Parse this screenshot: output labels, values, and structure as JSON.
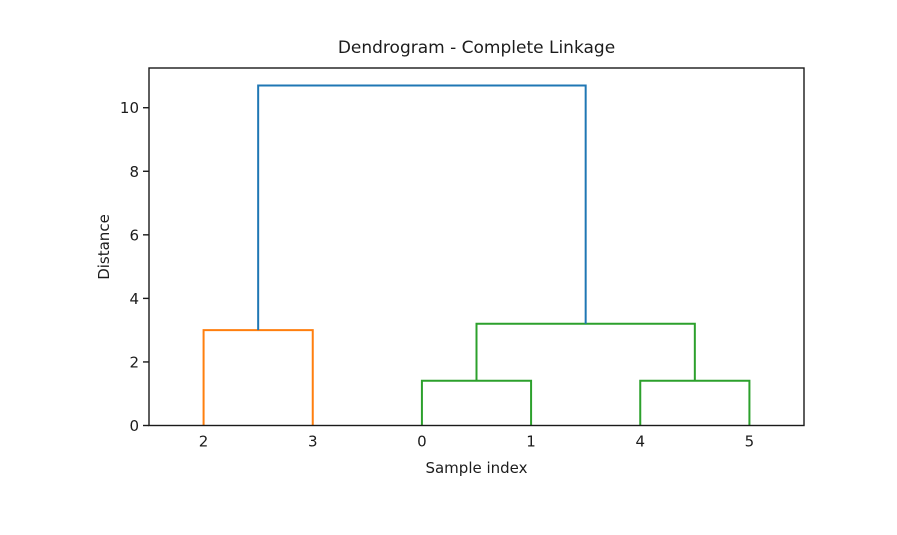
{
  "page": {
    "background": "#ffffff"
  },
  "chart_data": {
    "type": "dendrogram",
    "title": "Dendrogram - Complete Linkage",
    "xlabel": "Sample index",
    "ylabel": "Distance",
    "leaf_labels": [
      "2",
      "3",
      "0",
      "1",
      "4",
      "5"
    ],
    "leaf_positions": [
      5,
      15,
      25,
      35,
      45,
      55
    ],
    "xlim": [
      0,
      60
    ],
    "ylim": [
      0,
      11.25
    ],
    "yticks": [
      0,
      2,
      4,
      6,
      8,
      10
    ],
    "grid": false,
    "legend": null,
    "links": [
      {
        "x1": 5,
        "base1": 0,
        "x2": 15,
        "base2": 0,
        "height": 3.0,
        "color": "#ff7f0e",
        "cluster": "orange"
      },
      {
        "x1": 25,
        "base1": 0,
        "x2": 35,
        "base2": 0,
        "height": 1.41,
        "color": "#2ca02c",
        "cluster": "green"
      },
      {
        "x1": 45,
        "base1": 0,
        "x2": 55,
        "base2": 0,
        "height": 1.41,
        "color": "#2ca02c",
        "cluster": "green"
      },
      {
        "x1": 30,
        "base1": 1.41,
        "x2": 50,
        "base2": 1.41,
        "height": 3.2,
        "color": "#2ca02c",
        "cluster": "green"
      },
      {
        "x1": 10,
        "base1": 3.0,
        "x2": 40,
        "base2": 3.2,
        "height": 10.7,
        "color": "#1f77b4",
        "cluster": "root"
      }
    ],
    "style": {
      "axis_color": "#1a1a1a",
      "text_color": "#1c1c1c",
      "line_width": 2,
      "blue": "#1f77b4",
      "orange": "#ff7f0e",
      "green": "#2ca02c"
    }
  }
}
